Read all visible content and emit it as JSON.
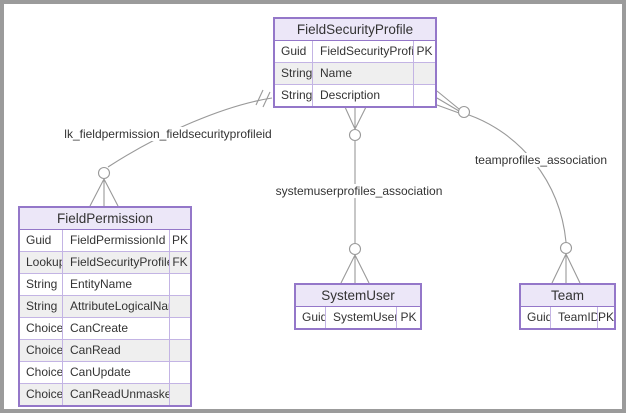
{
  "diagram": {
    "entities": [
      {
        "name": "FieldSecurityProfile",
        "rows": [
          {
            "type": "Guid",
            "name": "FieldSecurityProfileId",
            "key": "PK"
          },
          {
            "type": "String",
            "name": "Name",
            "key": ""
          },
          {
            "type": "String",
            "name": "Description",
            "key": ""
          }
        ]
      },
      {
        "name": "FieldPermission",
        "rows": [
          {
            "type": "Guid",
            "name": "FieldPermissionId",
            "key": "PK"
          },
          {
            "type": "Lookup",
            "name": "FieldSecurityProfileId",
            "key": "FK"
          },
          {
            "type": "String",
            "name": "EntityName",
            "key": ""
          },
          {
            "type": "String",
            "name": "AttributeLogicalName",
            "key": ""
          },
          {
            "type": "Choice",
            "name": "CanCreate",
            "key": ""
          },
          {
            "type": "Choice",
            "name": "CanRead",
            "key": ""
          },
          {
            "type": "Choice",
            "name": "CanUpdate",
            "key": ""
          },
          {
            "type": "Choice",
            "name": "CanReadUnmasked",
            "key": ""
          }
        ]
      },
      {
        "name": "SystemUser",
        "rows": [
          {
            "type": "Guid",
            "name": "SystemUserId",
            "key": "PK"
          }
        ]
      },
      {
        "name": "Team",
        "rows": [
          {
            "type": "Guid",
            "name": "TeamID",
            "key": "PK"
          }
        ]
      }
    ],
    "relationships": [
      {
        "label": "lk_fieldpermission_fieldsecurityprofileid",
        "from": "FieldSecurityProfile",
        "to": "FieldPermission",
        "from_cardinality": "exactly-one",
        "to_cardinality": "zero-or-many"
      },
      {
        "label": "systemuserprofiles_association",
        "from": "FieldSecurityProfile",
        "to": "SystemUser",
        "from_cardinality": "zero-or-many",
        "to_cardinality": "zero-or-many"
      },
      {
        "label": "teamprofiles_association",
        "from": "FieldSecurityProfile",
        "to": "Team",
        "from_cardinality": "zero-or-many",
        "to_cardinality": "zero-or-many"
      }
    ],
    "colors": {
      "entity_border": "#9477c9",
      "entity_divider": "#c3b4e4",
      "header_fill": "#ece7f8",
      "row_alt_fill": "#efefef",
      "line": "#999999",
      "text": "#333333",
      "frame": "#9b9b9b"
    }
  }
}
